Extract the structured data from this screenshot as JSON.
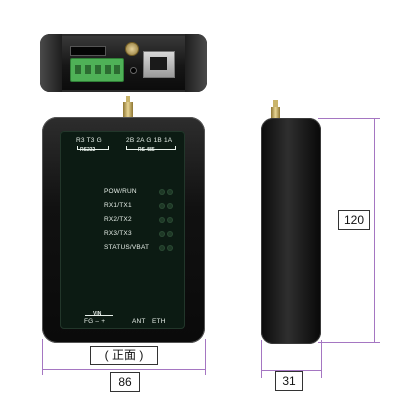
{
  "front_panel": {
    "rs232_pins": "R3  T3  G",
    "rs232_label": "RS232",
    "rs485_pins": "2B 2A  G 1B 1A",
    "rs485_label": "RS 485",
    "indicators": [
      "POW/RUN",
      "RX1/TX1",
      "RX2/TX2",
      "RX3/TX3",
      "STATUS/VBAT"
    ],
    "vin_label": "VIN",
    "power_pins": "FG  –   +",
    "ant_label": "ANT",
    "eth_label": "ETH"
  },
  "captions": {
    "front_view": "( 正面 )"
  },
  "dimensions": {
    "width": "86",
    "height": "120",
    "depth": "31"
  },
  "colors": {
    "enclosure": "#111111",
    "panel": "#0c1b13",
    "terminal_block": "#4fb157",
    "antenna": "#c9b46a",
    "dimension_line": "#a576c2"
  }
}
